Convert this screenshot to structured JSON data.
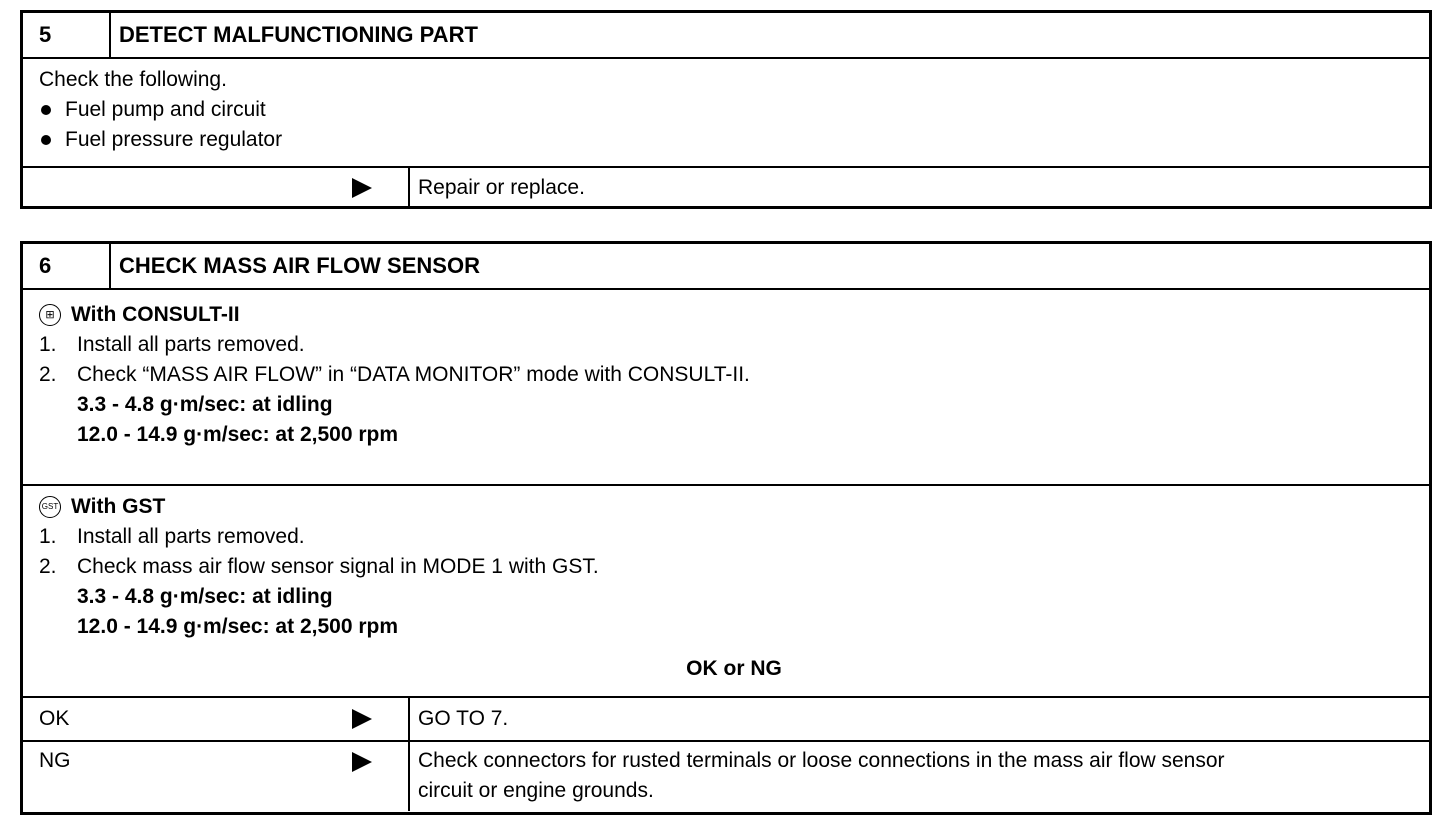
{
  "step5": {
    "number": "5",
    "title": "DETECT MALFUNCTIONING PART",
    "intro": "Check the following.",
    "bullets": [
      "Fuel pump and circuit",
      "Fuel pressure regulator"
    ],
    "action": "Repair or replace."
  },
  "step6": {
    "number": "6",
    "title": "CHECK MASS AIR FLOW SENSOR",
    "consult": {
      "badge": "⊞",
      "heading": "With CONSULT-II",
      "steps": [
        {
          "n": "1.",
          "text": "Install all parts removed."
        },
        {
          "n": "2.",
          "text": "Check “MASS AIR FLOW” in “DATA MONITOR” mode with CONSULT-II."
        }
      ],
      "specs": [
        "3.3 - 4.8 g·m/sec: at idling",
        "12.0 - 14.9 g·m/sec: at 2,500 rpm"
      ]
    },
    "gst": {
      "badge": "GST",
      "heading": "With GST",
      "steps": [
        {
          "n": "1.",
          "text": "Install all parts removed."
        },
        {
          "n": "2.",
          "text": "Check mass air flow sensor signal in MODE 1 with GST."
        }
      ],
      "specs": [
        "3.3 - 4.8 g·m/sec: at idling",
        "12.0 - 14.9 g·m/sec: at 2,500 rpm"
      ]
    },
    "question": "OK or NG",
    "results": [
      {
        "label": "OK",
        "action": "GO TO 7."
      },
      {
        "label": "NG",
        "action": "Check connectors for rusted terminals or loose connections in the mass air flow sensor",
        "action2": "circuit or engine grounds."
      }
    ]
  }
}
